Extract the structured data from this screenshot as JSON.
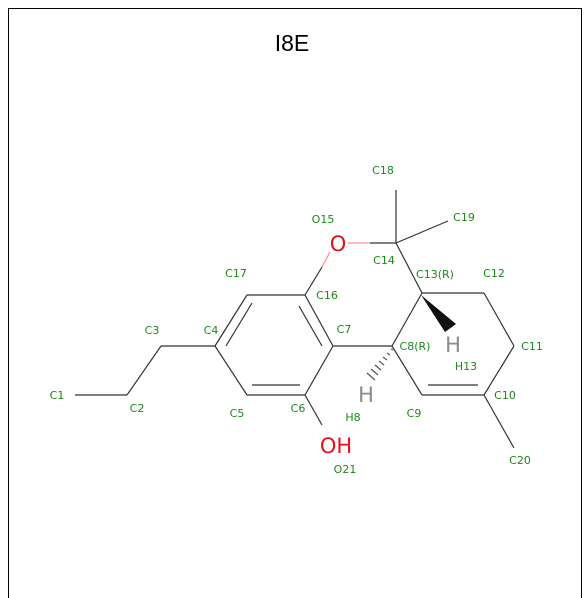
{
  "title": "I8E",
  "atom_labels": {
    "c1": "C1",
    "c2": "C2",
    "c3": "C3",
    "c4": "C4",
    "c5": "C5",
    "c6": "C6",
    "c7": "C7",
    "c8": "C8(R)",
    "c9": "C9",
    "c10": "C10",
    "c11": "C11",
    "c12": "C12",
    "c13": "C13(R)",
    "c14": "C14",
    "o15": "O15",
    "c16": "C16",
    "c17": "C17",
    "c18": "C18",
    "c19": "C19",
    "c20": "C20",
    "o21": "O21",
    "h8": "H8",
    "h13": "H13"
  },
  "element_symbols": {
    "o_ring": "O",
    "oh": "OH",
    "h_c13": "H",
    "h_c8": "H"
  },
  "colors": {
    "bond": "#333333",
    "oxygen": "#e8101b",
    "atom_label": "#1a8a1a",
    "hydrogen": "#8c8c8c"
  }
}
